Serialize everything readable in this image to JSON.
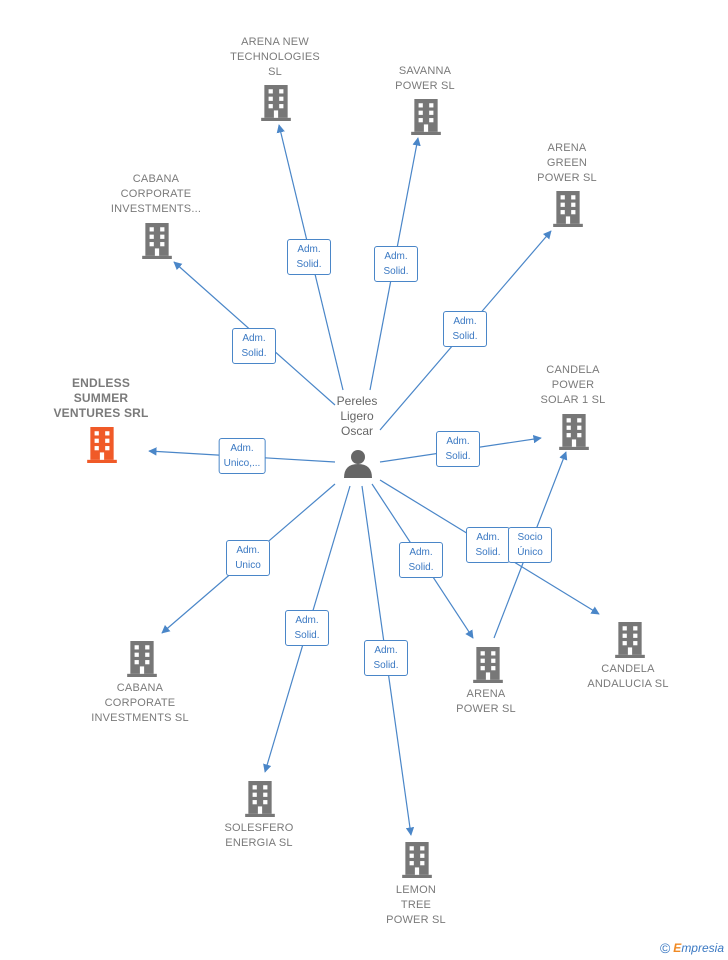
{
  "center": {
    "label": "Pereles\nLigero\nOscar",
    "icon": "person-icon"
  },
  "nodes": [
    {
      "id": "arena-new-technologies",
      "label": "ARENA NEW\nTECHNOLOGIES\nSL",
      "icon": "building-icon",
      "color": "#777777"
    },
    {
      "id": "savanna-power",
      "label": "SAVANNA\nPOWER  SL",
      "icon": "building-icon",
      "color": "#777777"
    },
    {
      "id": "arena-green-power",
      "label": "ARENA\nGREEN\nPOWER  SL",
      "icon": "building-icon",
      "color": "#777777"
    },
    {
      "id": "cabana-corporate-top",
      "label": "CABANA\nCORPORATE\nINVESTMENTS...",
      "icon": "building-icon",
      "color": "#777777"
    },
    {
      "id": "endless-summer",
      "label": "ENDLESS\nSUMMER\nVENTURES SRL",
      "icon": "building-icon",
      "color": "#f05a28",
      "highlight": true
    },
    {
      "id": "candela-power-solar",
      "label": "CANDELA\nPOWER\nSOLAR 1  SL",
      "icon": "building-icon",
      "color": "#777777"
    },
    {
      "id": "cabana-corporate-bottom",
      "label": "CABANA\nCORPORATE\nINVESTMENTS SL",
      "icon": "building-icon",
      "color": "#777777"
    },
    {
      "id": "solesfero-energia",
      "label": "SOLESFERO\nENERGIA  SL",
      "icon": "building-icon",
      "color": "#777777"
    },
    {
      "id": "lemon-tree-power",
      "label": "LEMON\nTREE\nPOWER  SL",
      "icon": "building-icon",
      "color": "#777777"
    },
    {
      "id": "arena-power",
      "label": "ARENA\nPOWER  SL",
      "icon": "building-icon",
      "color": "#777777"
    },
    {
      "id": "candela-andalucia",
      "label": "CANDELA\nANDALUCIA  SL",
      "icon": "building-icon",
      "color": "#777777"
    }
  ],
  "edges": [
    {
      "from": "center",
      "to": "arena-new-technologies",
      "label": "Adm.\nSolid."
    },
    {
      "from": "center",
      "to": "savanna-power",
      "label": "Adm.\nSolid."
    },
    {
      "from": "center",
      "to": "arena-green-power",
      "label": "Adm.\nSolid."
    },
    {
      "from": "center",
      "to": "cabana-corporate-top",
      "label": "Adm.\nSolid."
    },
    {
      "from": "center",
      "to": "endless-summer",
      "label": "Adm.\nUnico,..."
    },
    {
      "from": "center",
      "to": "candela-power-solar",
      "label": "Adm.\nSolid."
    },
    {
      "from": "center",
      "to": "cabana-corporate-bottom",
      "label": "Adm.\nUnico"
    },
    {
      "from": "center",
      "to": "solesfero-energia",
      "label": "Adm.\nSolid."
    },
    {
      "from": "center",
      "to": "lemon-tree-power",
      "label": "Adm.\nSolid."
    },
    {
      "from": "center",
      "to": "arena-power",
      "label": "Adm.\nSolid."
    },
    {
      "from": "center",
      "to": "candela-andalucia",
      "label": "Adm.\nSolid."
    },
    {
      "from": "arena-power",
      "to": "candela-power-solar",
      "label": "Socio\nÚnico"
    }
  ],
  "colors": {
    "edge": "#4a86c8",
    "building": "#777777",
    "highlight": "#f05a28",
    "person": "#666666"
  },
  "footer": {
    "copyright": "©",
    "brand_initial": "E",
    "brand_rest": "mpresia"
  }
}
